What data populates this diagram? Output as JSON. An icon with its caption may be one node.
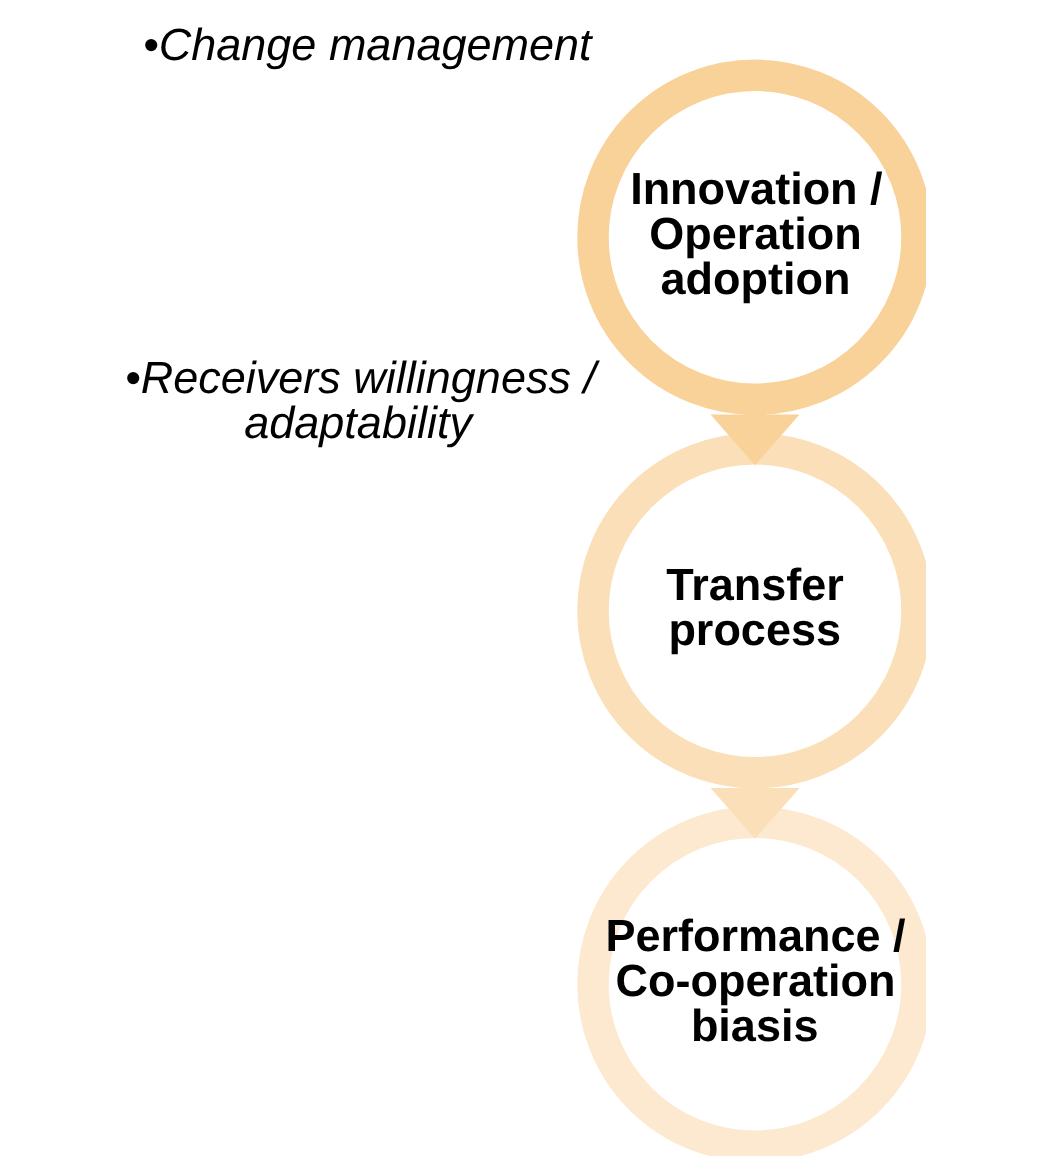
{
  "diagram": {
    "nodes": [
      {
        "text": [
          "Innovation / Operation adoption"
        ],
        "beside": [
          "•Change management"
        ]
      },
      {
        "text": [
          "Transfer process"
        ],
        "beside": [
          "•Receivers willingness / adaptability"
        ]
      },
      {
        "text": [
          "Performance / Co-operation biasis"
        ]
      }
    ],
    "edges": [
      {
        "from": 0,
        "to": 1,
        "arrow": "to"
      },
      {
        "from": 1,
        "to": 2,
        "arrow": "to"
      }
    ]
  }
}
